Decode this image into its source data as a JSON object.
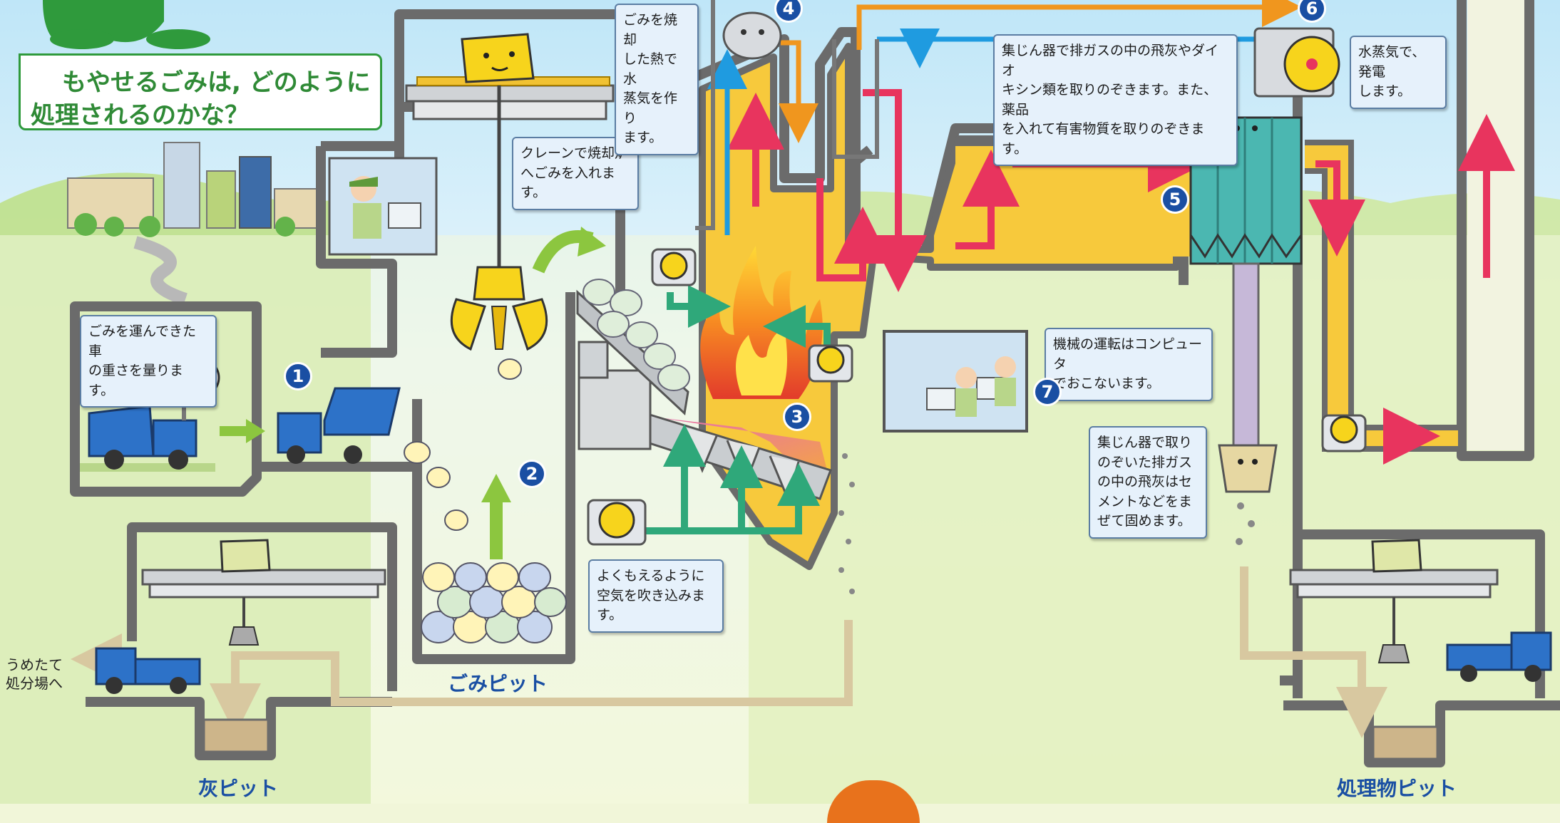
{
  "title": {
    "line1": "もやせるごみは, どのように",
    "line2": "処理されるのかな？"
  },
  "steps": [
    "1",
    "2",
    "3",
    "4",
    "5",
    "6",
    "7"
  ],
  "notes": {
    "weigh": "ごみを運んできた車\nの重さを量ります。",
    "crane": "クレーンで焼却炉\nへごみを入れます。",
    "steam": "ごみを焼却\nした熱で水\n蒸気を作り\nます。",
    "dust": "集じん器で排ガスの中の飛灰やダイオ\nキシン類を取りのぞきます。また、薬品\nを入れて有害物質を取りのぞきます。",
    "power": "水蒸気で、発電\nします。",
    "control": "機械の運転はコンピュータ\nでおこないます。",
    "air": "よくもえるように\n空気を吹き込みます。",
    "flyash": "集じん器で取り\nのぞいた排ガス\nの中の飛灰はセ\nメントなどをま\nぜて固めます。"
  },
  "labels": {
    "garbage_pit": "ごみピット",
    "ash_pit": "灰ピット",
    "residue_pit": "処理物ピット",
    "landfill": "うめたて\n処分場へ"
  },
  "colors": {
    "wall": "#6b6b6b",
    "furnace": "#f7c93c",
    "hot_gas": "#e8345e",
    "steam": "#1f9be0",
    "water": "#f0961e",
    "air": "#2fa87a",
    "ash": "#d8c8a0",
    "bag_filter": "#4bb7b1",
    "arrow_green": "#8cc63f"
  }
}
